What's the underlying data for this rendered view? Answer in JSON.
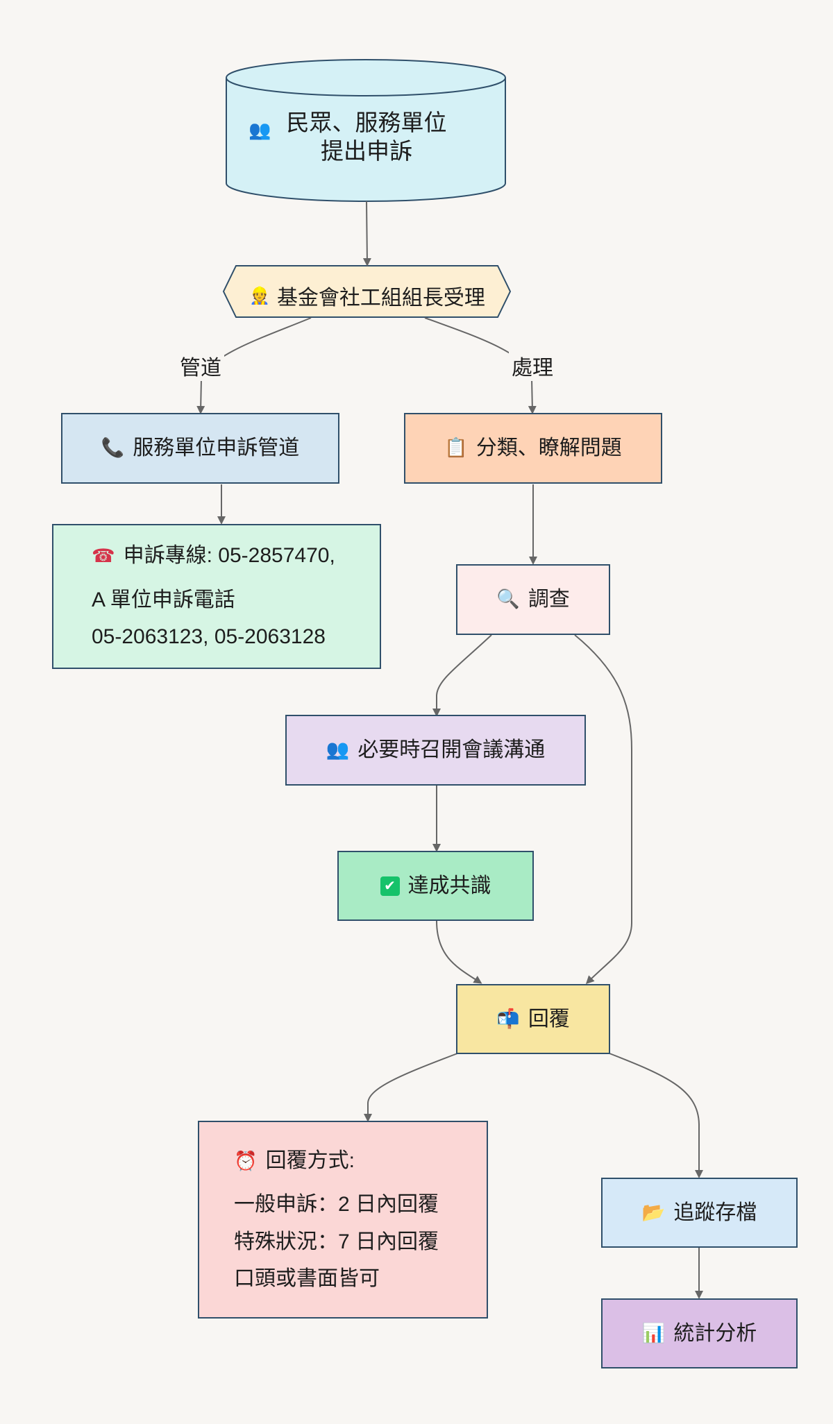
{
  "start": {
    "icon": "people-icon 👥",
    "line1": "民眾、服務單位",
    "line2": "提出申訴"
  },
  "receiver": {
    "icon": "👷",
    "label": "基金會社工組組長受理"
  },
  "edge_labels": {
    "left": "管道",
    "right": "處理"
  },
  "channel": {
    "icon": "📞",
    "label": "服務單位申訴管道"
  },
  "hotline": {
    "icon": "☎",
    "line1": "申訴專線: 05-2857470,",
    "line2": "A 單位申訴電話",
    "line3": "05-2063123, 05-2063128"
  },
  "classify": {
    "icon": "📋",
    "label": "分類、瞭解問題"
  },
  "investigate": {
    "icon": "🔍",
    "label": "調查"
  },
  "meeting": {
    "icon": "👥",
    "label": "必要時召開會議溝通"
  },
  "consensus": {
    "icon": "✔",
    "label": "達成共識"
  },
  "reply": {
    "icon": "📬",
    "label": "回覆"
  },
  "reply_method": {
    "icon": "⏰",
    "title": "回覆方式:",
    "line1": "一般申訴：2 日內回覆",
    "line2": "特殊狀況：7 日內回覆",
    "line3": "口頭或書面皆可"
  },
  "archive": {
    "icon": "📂",
    "label": "追蹤存檔"
  },
  "stats": {
    "icon": "📊",
    "label": "統計分析"
  },
  "colors": {
    "start": "#d5f1f6",
    "receiver": "#fdefd3",
    "channel": "#d5e6f2",
    "hotline": "#d6f5e4",
    "classify": "#fed3b6",
    "investigate": "#fdeceb",
    "meeting": "#e7daf0",
    "consensus": "#a9ebc5",
    "reply": "#f8e6a1",
    "reply_method": "#fbd7d6",
    "archive": "#d6e9f8",
    "stats": "#dbbfe6",
    "border": "#2f4f6a",
    "edge": "#666666"
  }
}
